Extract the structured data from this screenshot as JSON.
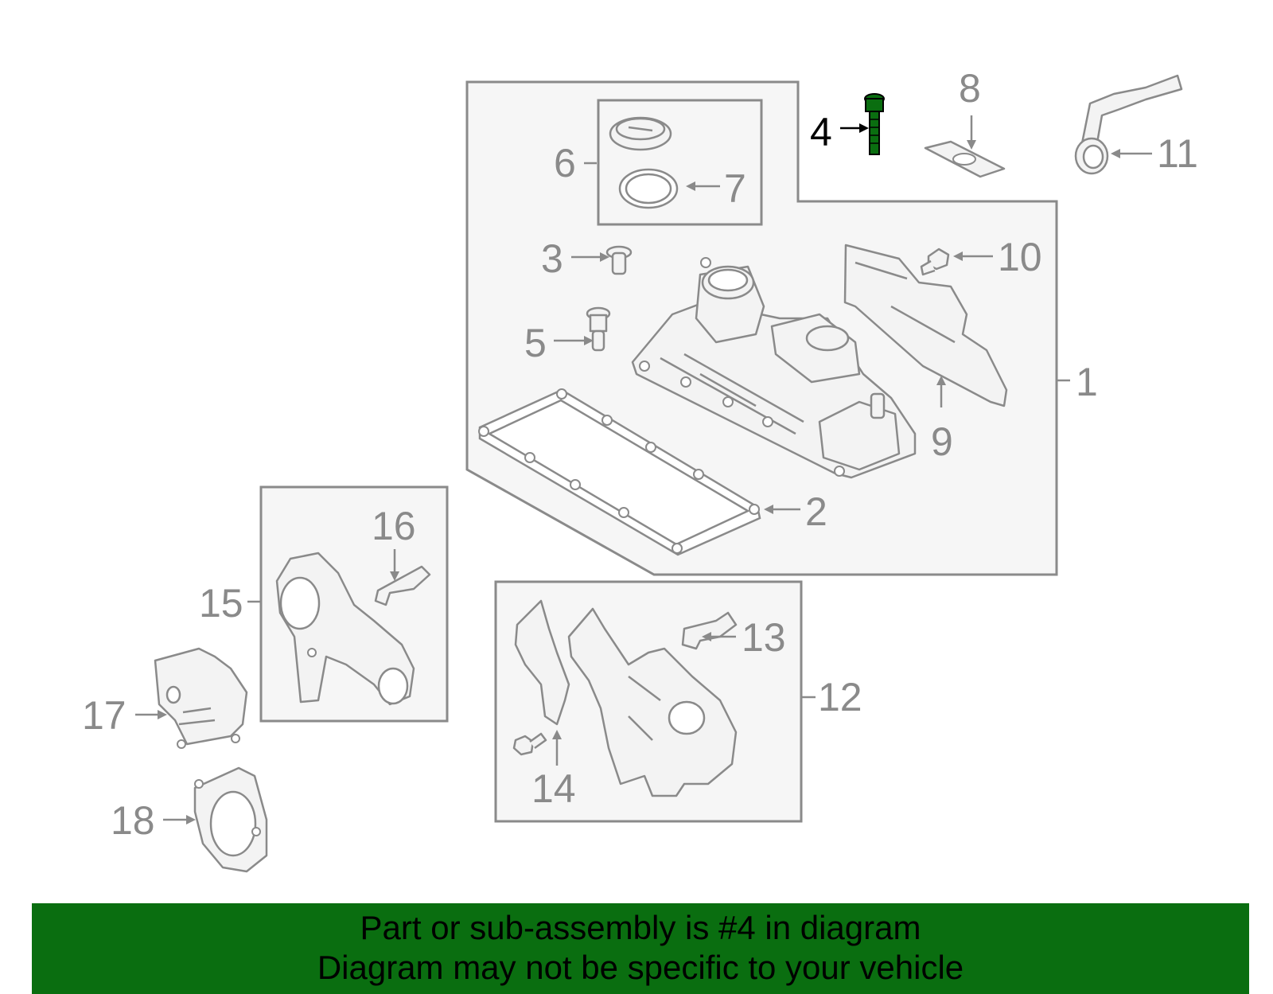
{
  "callouts": {
    "c1": "1",
    "c2": "2",
    "c3": "3",
    "c4": "4",
    "c5": "5",
    "c6": "6",
    "c7": "7",
    "c8": "8",
    "c9": "9",
    "c10": "10",
    "c11": "11",
    "c12": "12",
    "c13": "13",
    "c14": "14",
    "c15": "15",
    "c16": "16",
    "c17": "17",
    "c18": "18"
  },
  "highlighted_part": "4",
  "colors": {
    "banner_bg": "#0a6e10",
    "highlight_part": "#0a6e10",
    "line_art": "#8a8a8a",
    "box_fill": "#f6f6f6"
  },
  "banner": {
    "line1": "Part or sub-assembly is #4 in diagram",
    "line2": "Diagram may not be specific to your vehicle"
  }
}
